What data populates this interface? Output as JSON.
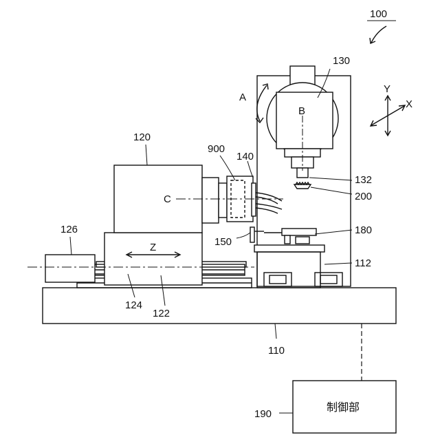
{
  "figure": {
    "ref_main": "100",
    "labels": {
      "l110": "110",
      "l112": "112",
      "l120": "120",
      "l122": "122",
      "l124": "124",
      "l126": "126",
      "l130": "130",
      "l132": "132",
      "l140": "140",
      "l150": "150",
      "l180": "180",
      "l190": "190",
      "l200": "200",
      "l900": "900"
    },
    "axes": {
      "A": "A",
      "B": "B",
      "C": "C",
      "Z": "Z",
      "X": "X",
      "Y": "Y"
    },
    "controller_text": "制御部"
  }
}
